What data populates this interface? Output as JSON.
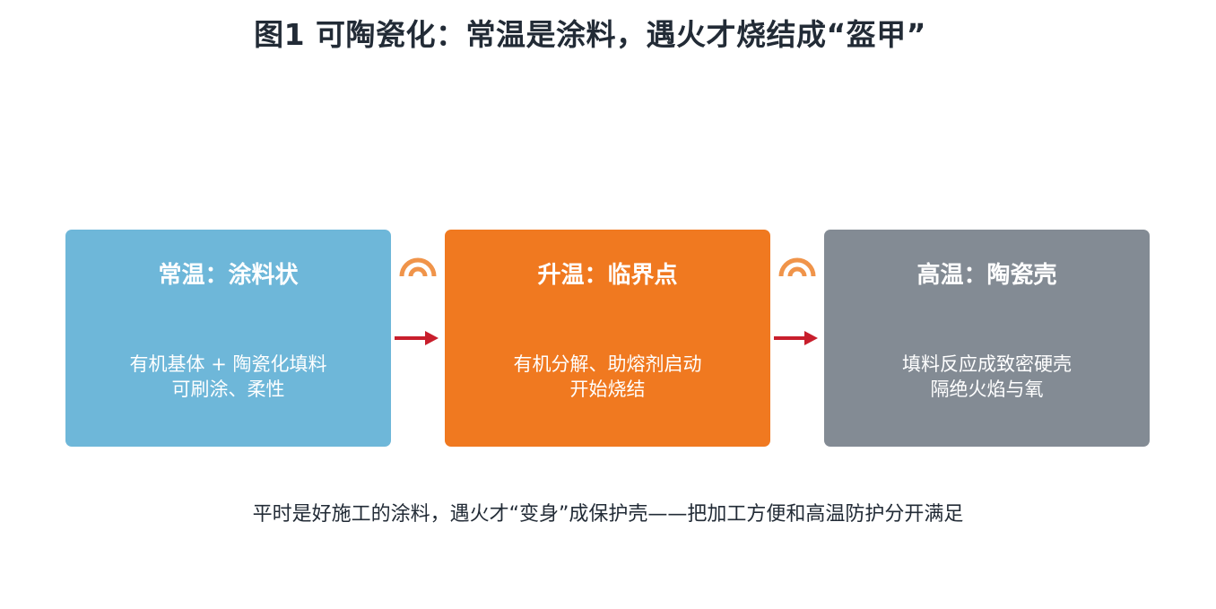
{
  "title": "图1  可陶瓷化：常温是涂料，遇火才烧结成“盔甲”",
  "colors": {
    "stage1": "#6eb7d9",
    "stage2": "#f07920",
    "stage3": "#838b94",
    "arrow": "#c81e2c",
    "heat_icon": "#f0944a"
  },
  "stages": [
    {
      "heading": "常温：涂料状",
      "line1": "有机基体 + 陶瓷化填料",
      "line2": "可刷涂、柔性"
    },
    {
      "heading": "升温：临界点",
      "line1": "有机分解、助熔剂启动",
      "line2": "开始烧结"
    },
    {
      "heading": "高温：陶瓷壳",
      "line1": "填料反应成致密硬壳",
      "line2": "隔绝火焰与氧"
    }
  ],
  "connectors": [
    {
      "icon": "heat-icon",
      "arrow": "arrow-right"
    },
    {
      "icon": "heat-icon",
      "arrow": "arrow-right"
    }
  ],
  "caption": "平时是好施工的涂料，遇火才“变身”成保护壳——把加工方便和高温防护分开满足"
}
